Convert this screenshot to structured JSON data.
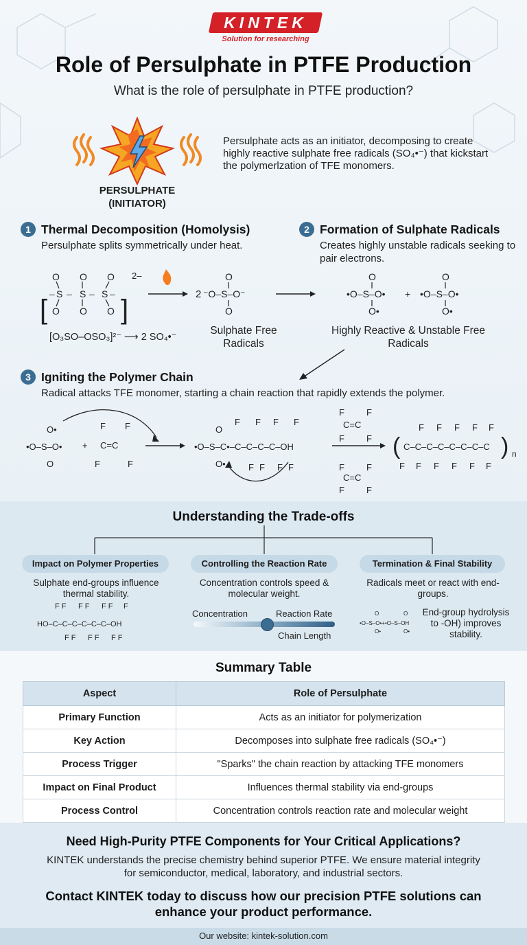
{
  "brand": {
    "name": "KINTEK",
    "tagline": "Solution for researching",
    "color": "#d42027"
  },
  "header": {
    "title": "Role of Persulphate in PTFE Production",
    "subtitle": "What is the role of persulphate in PTFE production?"
  },
  "intro": {
    "label": "PERSULPHATE (INITIATOR)",
    "text": "Persulphate acts as an initiator, decomposing to create highly reactive sulphate free radicals (SO₄•⁻) that kickstart the polymerlzation of TFE monomers."
  },
  "steps": [
    {
      "num": "1",
      "title": "Thermal Decomposition (Homolysis)",
      "desc": "Persulphate splits symmetrically under heat."
    },
    {
      "num": "2",
      "title": "Formation of Sulphate Radicals",
      "desc": "Creates highly unstable radicals seeking to pair electrons."
    },
    {
      "num": "3",
      "title": "Igniting the Polymer Chain",
      "desc": "Radical attacks TFE monomer, starting a chain reaction that rapidly extends the polymer."
    }
  ],
  "diagram": {
    "equation": "[O₃SO–OSO₃]²⁻ ⟶ 2 SO₄•⁻",
    "radicals_caption": "Sulphate Free Radicals",
    "unstable_caption": "Highly Reactive & Unstable Free Radicals",
    "charge": "2–",
    "coef": "2"
  },
  "tradeoffs": {
    "title": "Understanding the Trade-offs",
    "columns": [
      {
        "pill": "Impact on Polymer Properties",
        "desc": "Sulphate end-groups influence thermal stability."
      },
      {
        "pill": "Controlling the Reaction Rate",
        "desc": "Concentration controls speed & molecular weight."
      },
      {
        "pill": "Termination & Final Stability",
        "desc": "Radicals meet or react with end-groups."
      }
    ],
    "slider": {
      "left": "Concentration",
      "right": "Reaction Rate",
      "below": "Chain Length",
      "level": 0.52
    },
    "stability_note": "End-group hydrolysis to -OH) improves stability."
  },
  "summary": {
    "title": "Summary Table",
    "headers": [
      "Aspect",
      "Role of Persulphate"
    ],
    "rows": [
      [
        "Primary Function",
        "Acts as an initiator for polymerization"
      ],
      [
        "Key Action",
        "Decomposes into sulphate free radicals (SO₄•⁻)"
      ],
      [
        "Process Trigger",
        "\"Sparks\" the chain reaction by attacking TFE monomers"
      ],
      [
        "Impact on Final Product",
        "Influences thermal stability via end-groups"
      ],
      [
        "Process Control",
        "Concentration controls reaction rate and molecular weight"
      ]
    ]
  },
  "cta": {
    "title": "Need High-Purity PTFE Components for Your Critical Applications?",
    "body": "KINTEK understands the precise chemistry behind superior PTFE. We ensure material integrity for semiconductor, medical, laboratory, and industrial sectors.",
    "call": "Contact KINTEK today to discuss how our precision PTFE solutions can enhance your product performance."
  },
  "footer": {
    "text": "Our website: kintek-solution.com"
  },
  "colors": {
    "accent": "#3a6d91",
    "pill": "#c6d9e7",
    "flame": "#f08a24"
  }
}
